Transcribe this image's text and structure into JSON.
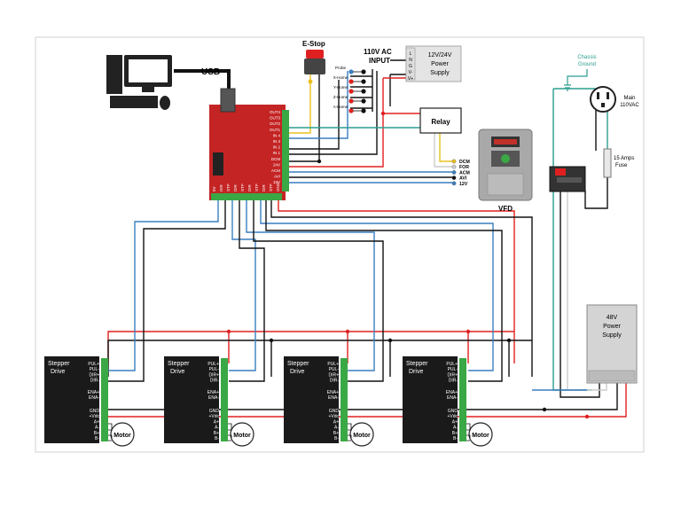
{
  "computer": {
    "usb_label": "USB"
  },
  "estop": {
    "label": "E-Stop"
  },
  "ac_input": {
    "line1": "110V AC",
    "line2": "INPUT",
    "terminals": [
      "L",
      "N",
      "G",
      "V-",
      "V+"
    ]
  },
  "dc_supply": {
    "line1": "12V/24V",
    "line2": "Power",
    "line3": "Supply"
  },
  "switches": [
    "Probe",
    "X-Home",
    "Y-Home",
    "Z-Home",
    "A-Home"
  ],
  "relay": {
    "label": "Relay"
  },
  "vfd": {
    "label": "VFD",
    "terminals": [
      "DCM",
      "FOR",
      "ACM",
      "AVI",
      "12V"
    ]
  },
  "chassis": {
    "line1": "Chassis",
    "line2": "Ground"
  },
  "mains": {
    "line1": "Main",
    "line2": "110VAC"
  },
  "fuse": {
    "line1": "15 Amps",
    "line2": "Fuse"
  },
  "psu48": {
    "line1": "48V",
    "line2": "Power",
    "line3": "Supply"
  },
  "controller": {
    "outputs": [
      "OUT4",
      "OUT3",
      "OUT2",
      "OUT1",
      "IN 4",
      "IN 3",
      "IN 2",
      "IN 1",
      "DCM",
      "24V",
      "ACM",
      "AVI",
      "10V"
    ],
    "bottom_pins": [
      "5V",
      "DIR",
      "STP",
      "DIR",
      "STP",
      "DIR",
      "STP",
      "DIR",
      "STP",
      "GND"
    ]
  },
  "drive": {
    "title1": "Stepper",
    "title2": "Drive",
    "pins_top": [
      "PUL+",
      "PUL-",
      "DIR+",
      "DIR-"
    ],
    "pins_mid": [
      "ENA+",
      "ENA-"
    ],
    "pins_bot": [
      "GND",
      "+Vdc",
      "A+",
      "A-",
      "B+",
      "B-"
    ],
    "motor_label": "Motor"
  },
  "colors": {
    "red": "#e02020",
    "black": "#111111",
    "blue": "#3a7fc0",
    "teal": "#2a9d8f",
    "yellow": "#e8c020",
    "board": "#c42424",
    "terminal_green": "#3aa845"
  }
}
